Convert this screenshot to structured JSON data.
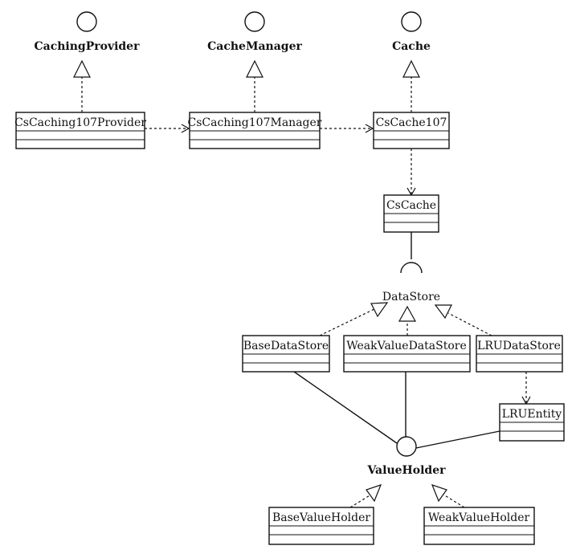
{
  "interfaces": {
    "caching_provider": "CachingProvider",
    "cache_manager": "CacheManager",
    "cache": "Cache",
    "data_store": "DataStore",
    "value_holder": "ValueHolder"
  },
  "classes": {
    "cs_caching107_provider": "CsCaching107Provider",
    "cs_caching107_manager": "CsCaching107Manager",
    "cs_cache107": "CsCache107",
    "cs_cache": "CsCache",
    "base_data_store": "BaseDataStore",
    "weak_value_data_store": "WeakValueDataStore",
    "lru_data_store": "LRUDataStore",
    "lru_entity": "LRUEntity",
    "base_value_holder": "BaseValueHolder",
    "weak_value_holder": "WeakValueHolder"
  }
}
